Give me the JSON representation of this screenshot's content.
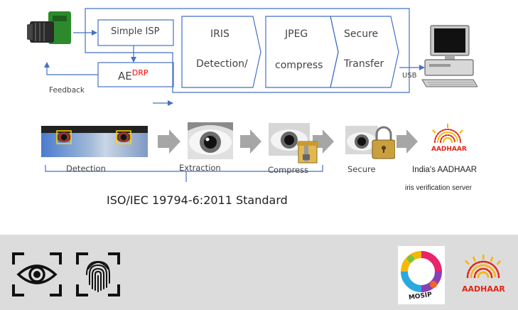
{
  "pipeline": {
    "simple_isp": "Simple ISP",
    "ae": "AE",
    "ae_sup": "DRP",
    "iris_line1": "IRIS",
    "iris_line2": "Detection/",
    "jpeg_line1": "JPEG",
    "jpeg_line2": "compress",
    "secure_line1": "Secure",
    "secure_line2": "Transfer",
    "usb": "USB",
    "feedback": "Feedback"
  },
  "flow": {
    "detection": "Detection",
    "extraction": "Extraction",
    "compress": "Compress",
    "secure": "Secure",
    "server_line1": "India's AADHAAR",
    "server_line2": "iris verification server",
    "aadhaar_text": "AADHAAR"
  },
  "standard": "ISO/IEC 19794-6:2011 Standard",
  "logos": {
    "mosip_text": "MOSIP",
    "aadhaar_text": "AADHAAR"
  },
  "colors": {
    "line_blue": "#4472c4",
    "arrow_gray": "#a6a6a6",
    "aadhaar_red": "#e42313",
    "aadhaar_yellow": "#f7b500",
    "ae_sup_red": "#ff0000",
    "band_gray": "#dcdcdc"
  },
  "icons": [
    "camera-module-icon",
    "computer-icon",
    "eye-scan-icon",
    "fingerprint-scan-icon",
    "padlock-icon",
    "archive-icon"
  ]
}
